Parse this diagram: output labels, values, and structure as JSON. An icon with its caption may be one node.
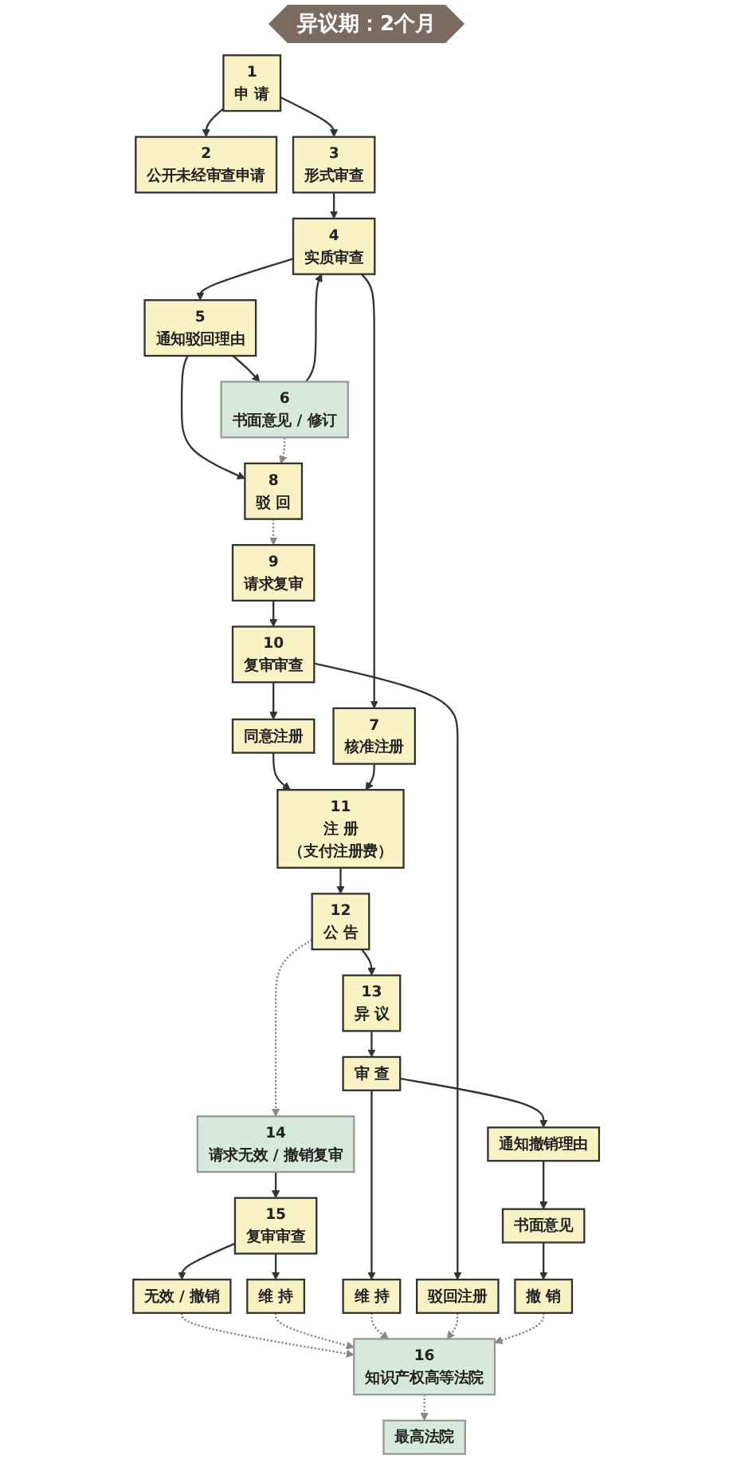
{
  "diagram": {
    "nodes": [
      {
        "text": [
          "1",
          "申 请"
        ]
      },
      {
        "text": [
          "2",
          "公开未经审查申请"
        ]
      },
      {
        "text": [
          "3",
          "形式审查"
        ]
      },
      {
        "text": [
          "4",
          "实质审查"
        ]
      },
      {
        "text": [
          "5",
          "通知驳回理由"
        ]
      },
      {
        "text": [
          "6",
          "书面意见 / 修订"
        ]
      },
      {
        "text": [
          "7",
          "核准注册"
        ]
      },
      {
        "text": [
          "8",
          "驳 回"
        ]
      },
      {
        "text": [
          "9",
          "请求复审"
        ]
      },
      {
        "text": [
          "10",
          "复审审查"
        ]
      },
      {
        "text": [
          "11",
          "注 册",
          "（支付注册费）"
        ]
      },
      {
        "text": [
          "同意注册"
        ]
      },
      {
        "text": [
          "驳回注册"
        ]
      },
      {
        "text": [
          "12",
          "公 告"
        ]
      },
      {
        "text": [
          "13",
          "异 议"
        ]
      },
      {
        "text": [
          "审 查"
        ]
      },
      {
        "text": [
          "通知撤销理由"
        ]
      },
      {
        "text": [
          "14",
          "请求无效 / 撤销复审"
        ]
      },
      {
        "text": [
          "维 持"
        ]
      },
      {
        "text": [
          "书面意见"
        ]
      },
      {
        "text": [
          "15",
          "复审审查"
        ]
      },
      {
        "text": [
          "维 持"
        ]
      },
      {
        "text": [
          "撤 销"
        ]
      },
      {
        "text": [
          "无效 / 撤销"
        ]
      },
      {
        "text": [
          "16",
          "知识产权高等法院"
        ]
      },
      {
        "text": [
          "最高法院"
        ]
      }
    ],
    "edges": [
      {
        "from": 0,
        "to": 2,
        "arrow": "to"
      },
      {
        "from": 0,
        "to": 1,
        "arrow": "to"
      },
      {
        "from": 2,
        "to": 3,
        "arrow": "to"
      },
      {
        "from": 3,
        "to": 4,
        "arrow": "to"
      },
      {
        "from": 3,
        "to": 6,
        "arrow": "to"
      },
      {
        "from": 4,
        "to": 5,
        "arrow": "to"
      },
      {
        "from": 4,
        "to": 7,
        "arrow": "to"
      },
      {
        "from": 5,
        "to": 3,
        "arrow": "to"
      },
      {
        "from": 5,
        "to": 7,
        "arrow": "to",
        "style": "dashed",
        "color": "#888888"
      },
      {
        "from": 7,
        "to": 8,
        "arrow": "to",
        "style": "dashed",
        "color": "#888888"
      },
      {
        "from": 8,
        "to": 9,
        "arrow": "to"
      },
      {
        "from": 9,
        "to": 11,
        "arrow": "to"
      },
      {
        "from": 9,
        "to": 12,
        "arrow": "to"
      },
      {
        "from": 11,
        "to": 10,
        "arrow": "to"
      },
      {
        "from": 6,
        "to": 10,
        "arrow": "to"
      },
      {
        "from": 10,
        "to": 13,
        "arrow": "to"
      },
      {
        "from": 13,
        "to": 14,
        "arrow": "to"
      },
      {
        "from": 14,
        "to": 15,
        "arrow": "to"
      },
      {
        "from": 15,
        "to": 18,
        "arrow": "to"
      },
      {
        "from": 15,
        "to": 16,
        "arrow": "to"
      },
      {
        "from": 16,
        "to": 19,
        "arrow": "to"
      },
      {
        "from": 19,
        "to": 22,
        "arrow": "to"
      },
      {
        "from": 13,
        "to": 17,
        "arrow": "to",
        "style": "dashed",
        "color": "#888888"
      },
      {
        "from": 17,
        "to": 20,
        "arrow": "to"
      },
      {
        "from": 20,
        "to": 21,
        "arrow": "to"
      },
      {
        "from": 20,
        "to": 23,
        "arrow": "to"
      },
      {
        "from": 23,
        "to": 24,
        "arrow": "to",
        "style": "dashed",
        "color": "#888888"
      },
      {
        "from": 21,
        "to": 24,
        "arrow": "to",
        "style": "dashed",
        "color": "#888888"
      },
      {
        "from": 18,
        "to": 24,
        "arrow": "to",
        "style": "dashed",
        "color": "#888888"
      },
      {
        "from": 12,
        "to": 24,
        "arrow": "to",
        "style": "dashed",
        "color": "#888888"
      },
      {
        "from": 22,
        "to": 24,
        "arrow": "to",
        "style": "dashed",
        "color": "#888888"
      },
      {
        "from": 24,
        "to": 25,
        "arrow": "to",
        "style": "dashed",
        "color": "#888888"
      }
    ],
    "labels": [
      "异议期：2个月"
    ]
  }
}
